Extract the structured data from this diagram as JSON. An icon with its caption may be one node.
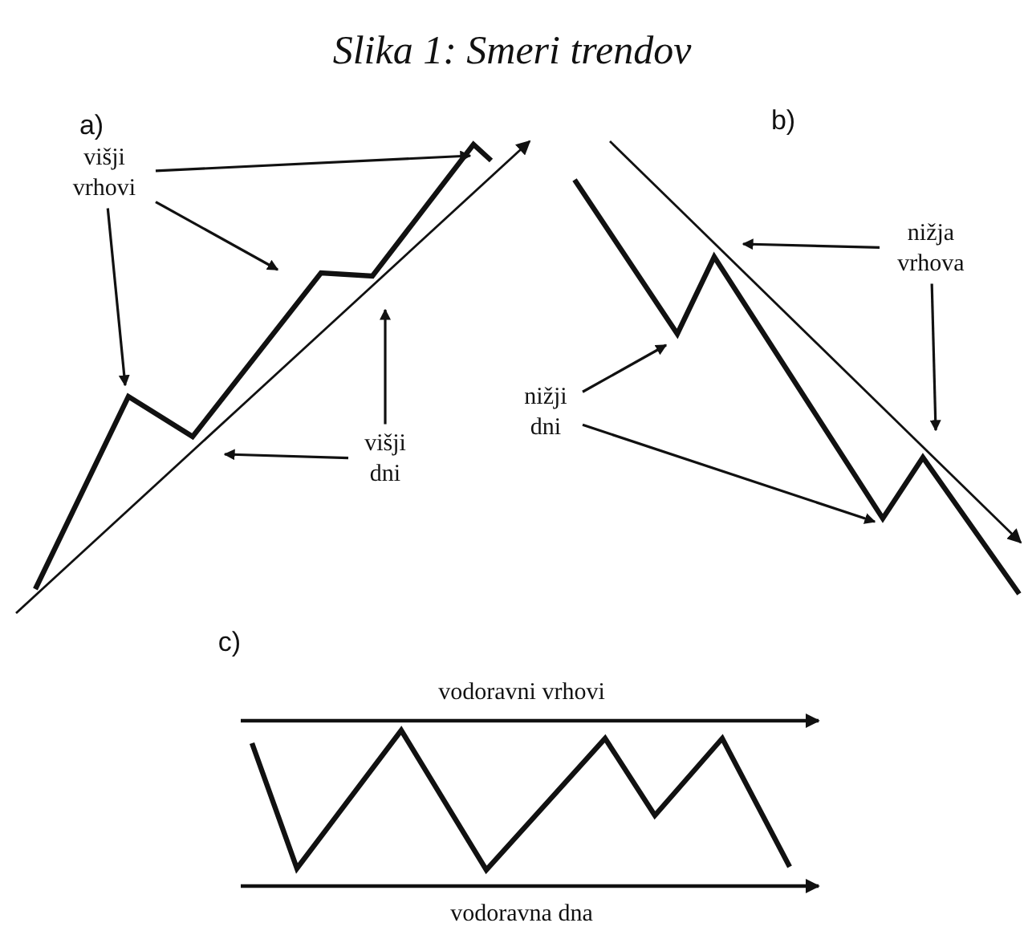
{
  "diagram": {
    "title": "Slika 1: Smeri trendov",
    "nodes": [
      {
        "text": [
          "višji vrhovi"
        ]
      },
      {
        "text": [
          "višji dni"
        ]
      },
      {
        "text": [
          "nižja vrhova"
        ]
      },
      {
        "text": [
          "nižji dni"
        ]
      }
    ],
    "edges": [
      {
        "from": 0,
        "to": null,
        "arrow": "to"
      },
      {
        "from": 0,
        "to": null,
        "arrow": "to"
      },
      {
        "from": 0,
        "to": null,
        "arrow": "to"
      },
      {
        "from": 1,
        "to": null,
        "arrow": "to"
      },
      {
        "from": 1,
        "to": null,
        "arrow": "to"
      },
      {
        "from": 2,
        "to": null,
        "arrow": "to"
      },
      {
        "from": 2,
        "to": null,
        "arrow": "to"
      },
      {
        "from": 3,
        "to": null,
        "arrow": "to"
      },
      {
        "from": 3,
        "to": null,
        "arrow": "to"
      }
    ],
    "labels": [
      "a)",
      "b)",
      "c)",
      "vodoravni vrhovi",
      "vodoravna dna"
    ]
  }
}
